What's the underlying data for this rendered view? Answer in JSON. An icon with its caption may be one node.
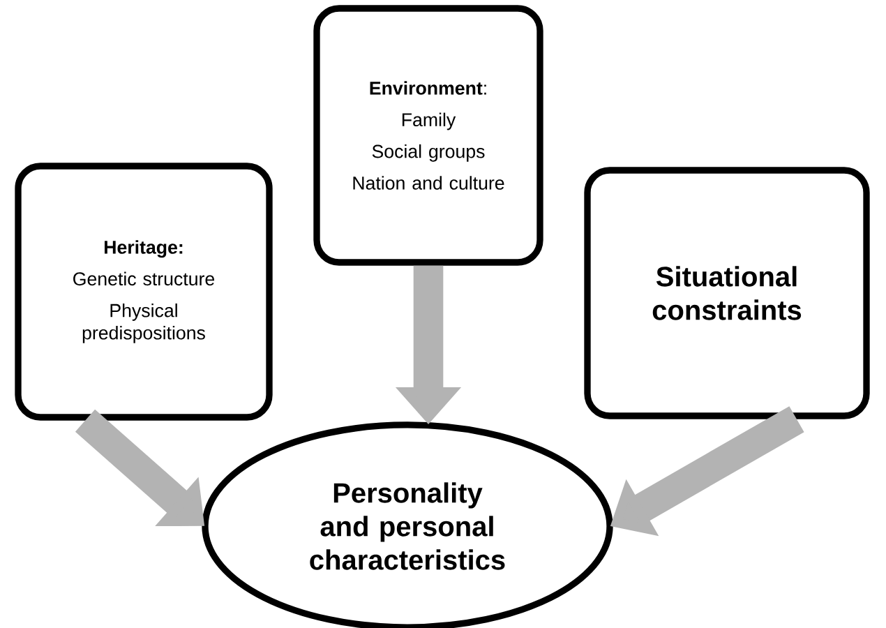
{
  "diagram": {
    "nodes": [
      {
        "text": [
          "Heritage:",
          "Genetic structure",
          "Physical predispositions"
        ]
      },
      {
        "text": [
          "**Environment**:",
          "Family",
          "Social groups",
          "Nation and culture"
        ]
      },
      {
        "text": [
          "Situational constraints"
        ]
      },
      {
        "text": [
          "Personality and personal characteristics"
        ]
      }
    ],
    "edges": [
      {
        "from": 0,
        "to": 3,
        "arrow": "to"
      },
      {
        "from": 1,
        "to": 3,
        "arrow": "to"
      },
      {
        "from": 2,
        "to": 3,
        "arrow": "to"
      }
    ]
  }
}
